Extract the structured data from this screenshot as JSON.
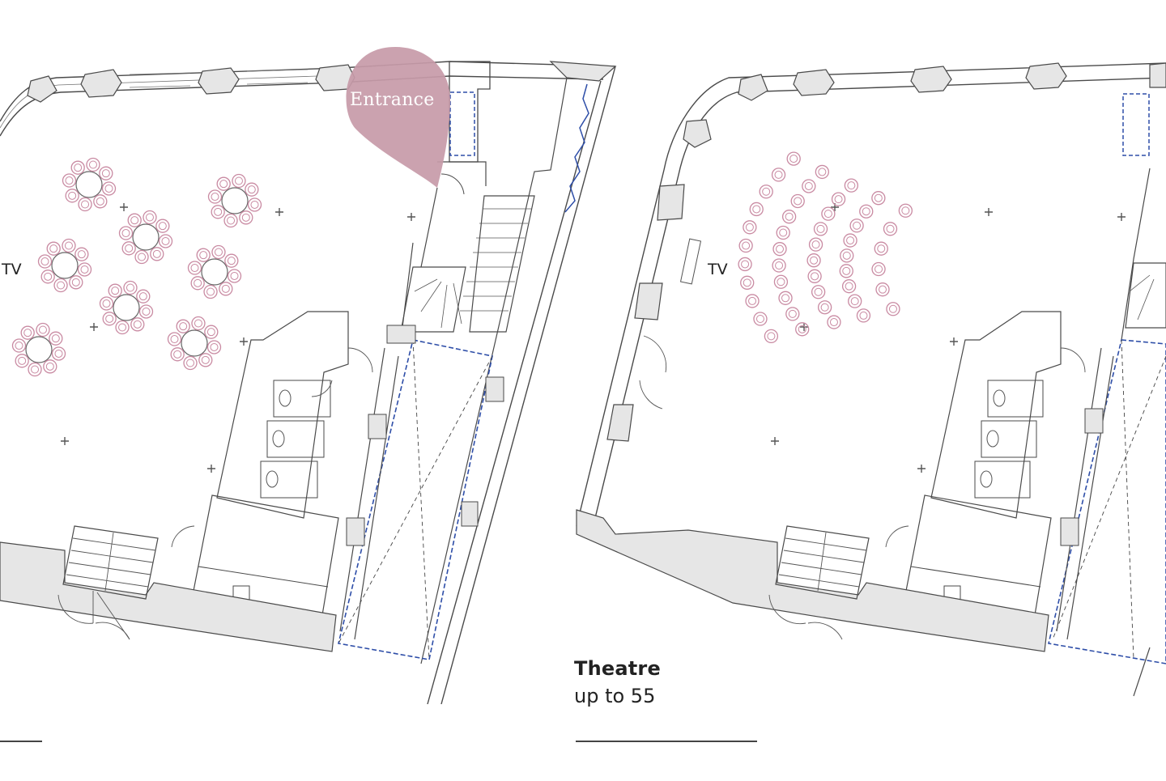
{
  "left_plan": {
    "entrance_label": "Entrance",
    "tv_label": "TV"
  },
  "right_plan": {
    "tv_label": "TV",
    "caption": {
      "title": "Theatre",
      "capacity": "up to 55"
    }
  },
  "colors": {
    "seat": "#c98aa2",
    "entrance_marker": "#c79aa8",
    "wall_fill": "#e6e6e6",
    "wall_stroke": "#4a4a4a",
    "glazing": "#2e4ea8",
    "line": "#555555"
  }
}
